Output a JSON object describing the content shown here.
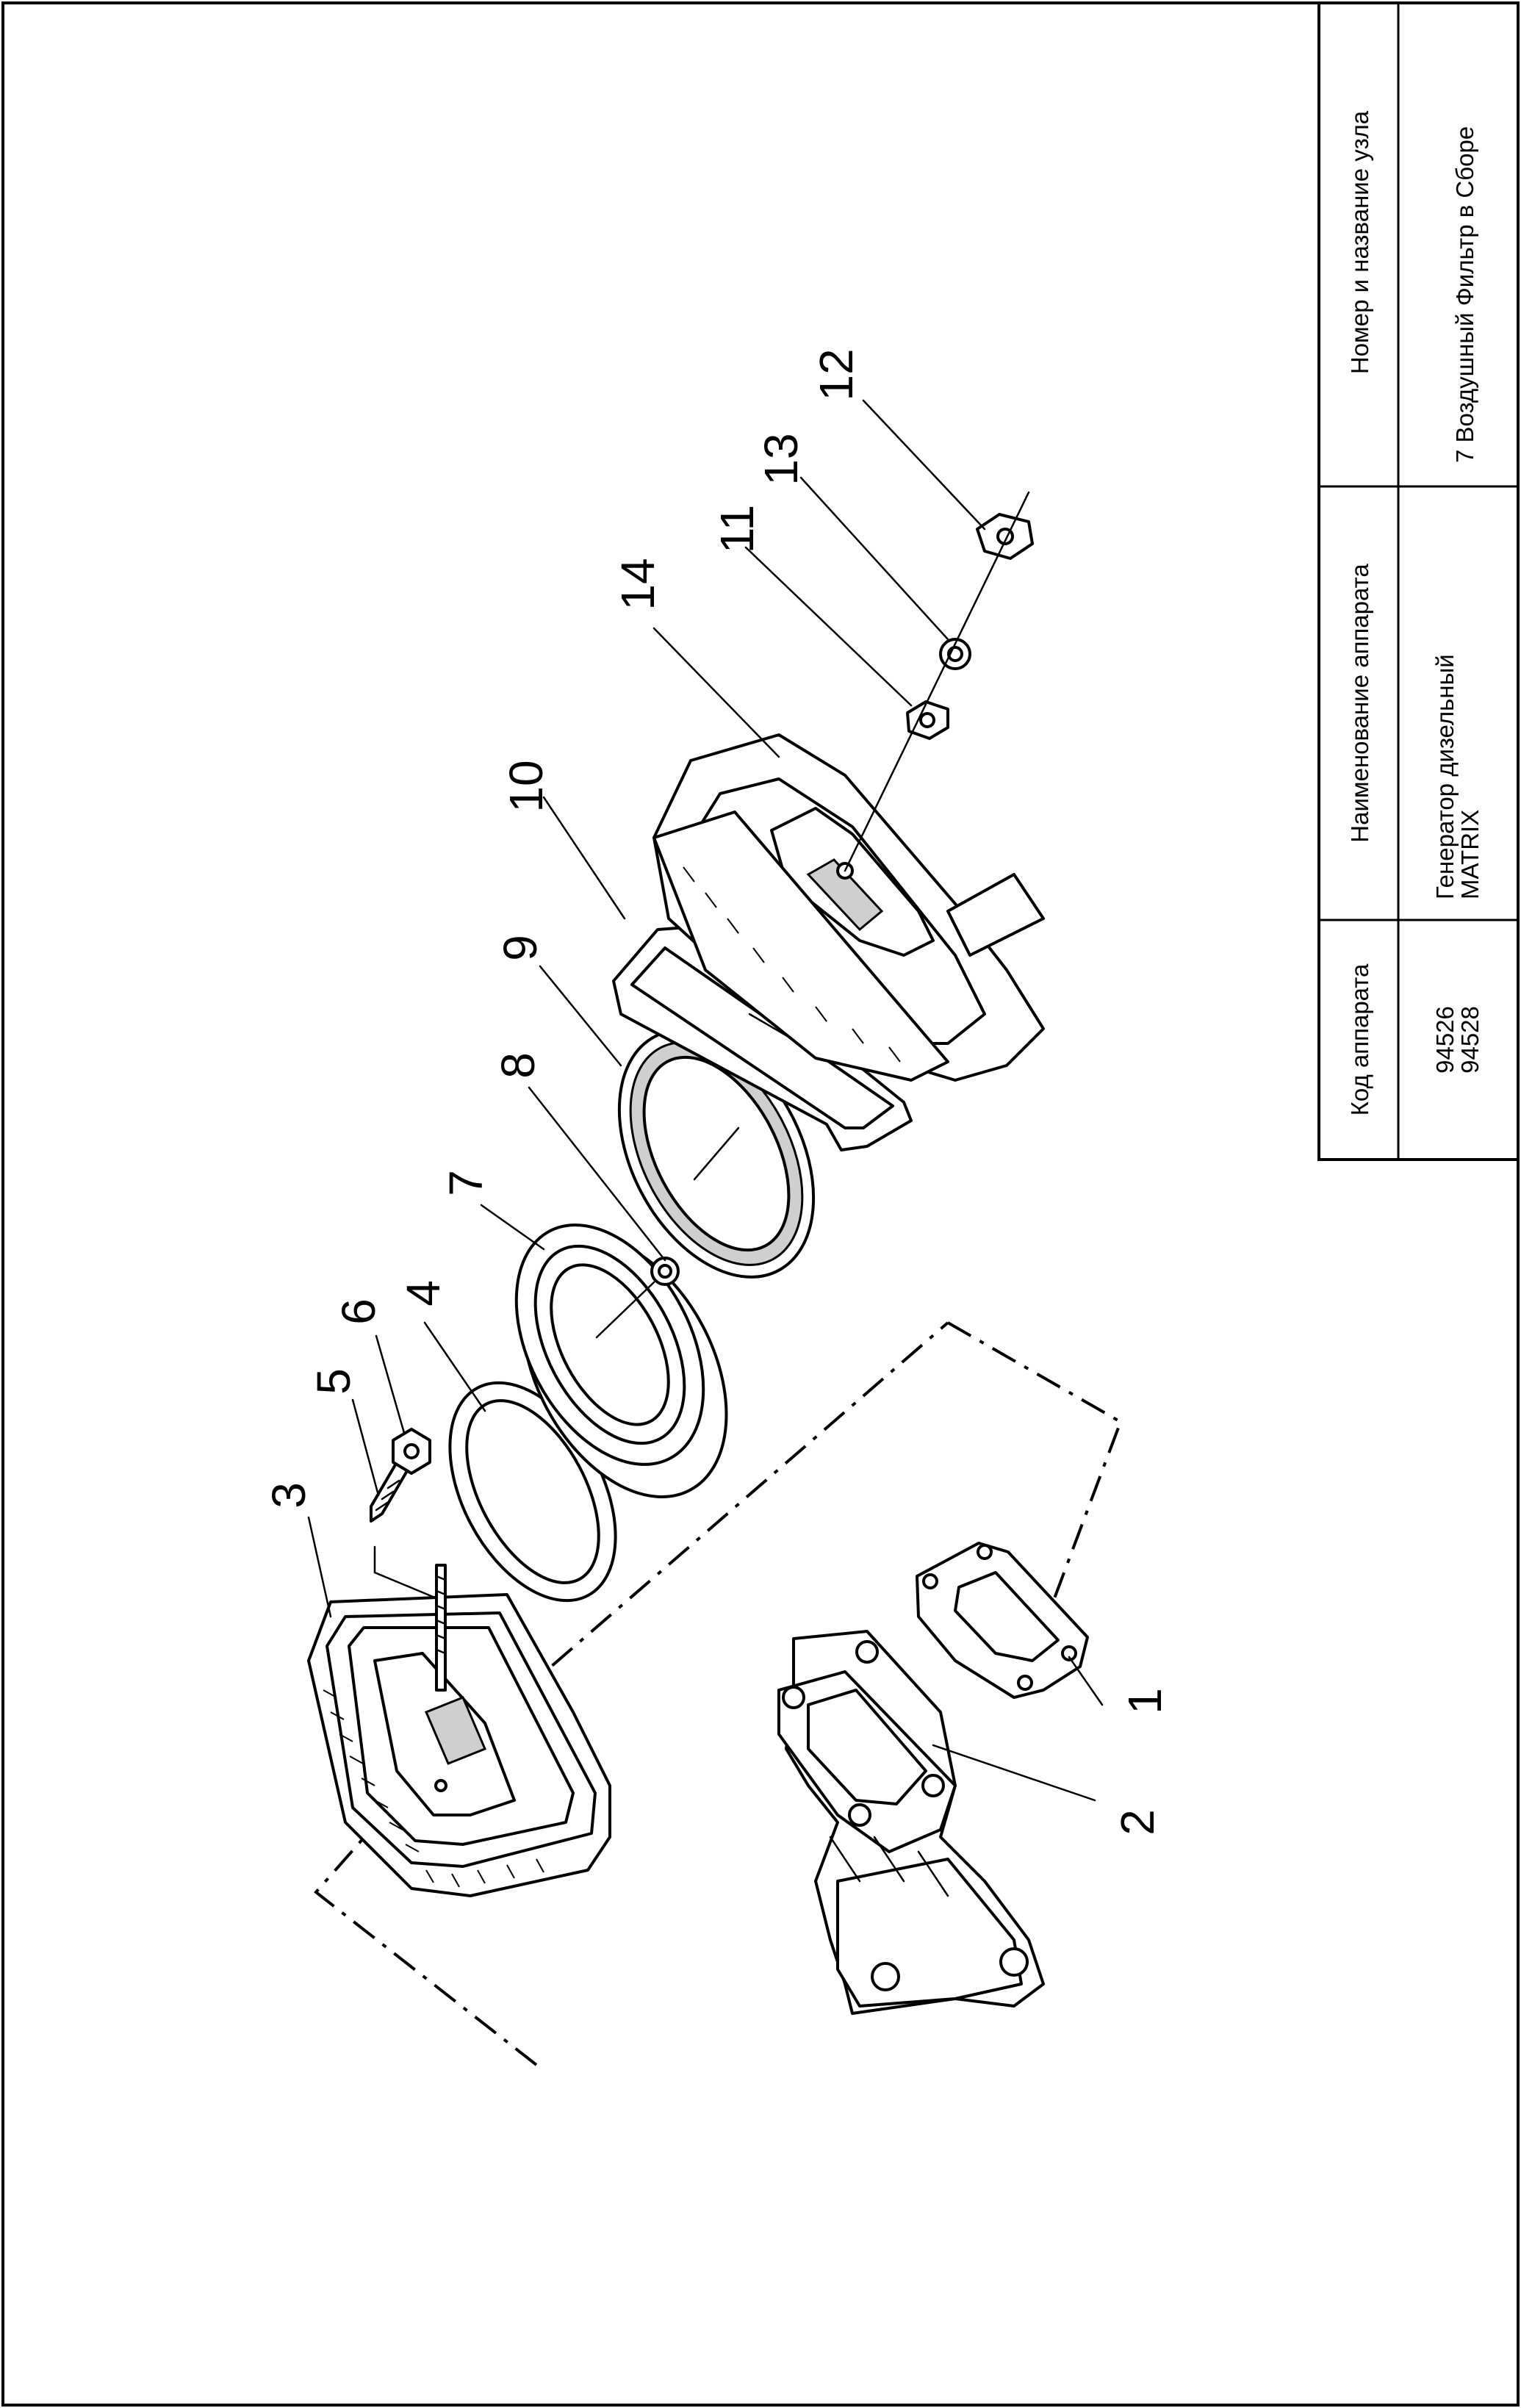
{
  "title_block": {
    "headers": {
      "code": "Код аппарата",
      "name": "Наименование аппарата",
      "unit": "Номер и название узла"
    },
    "values": {
      "code_lines": [
        "94526",
        "94528"
      ],
      "name_lines": [
        "Генератор дизельный",
        "MATRIX"
      ],
      "unit": "7 Воздушный Фильтр в Сборе"
    }
  },
  "callouts": [
    "1",
    "2",
    "3",
    "4",
    "5",
    "6",
    "7",
    "8",
    "9",
    "10",
    "11",
    "12",
    "13",
    "14"
  ]
}
